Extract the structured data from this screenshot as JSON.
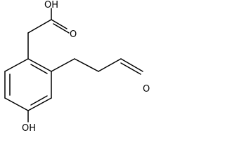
{
  "molecule": {
    "line_color": "#000000",
    "background_color": "#ffffff",
    "labels": {
      "top_hydroxyl": "OH",
      "carbonyl_oxygen": "O",
      "aldehyde_oxygen": "O",
      "phenol_hydroxyl": "OH"
    }
  }
}
